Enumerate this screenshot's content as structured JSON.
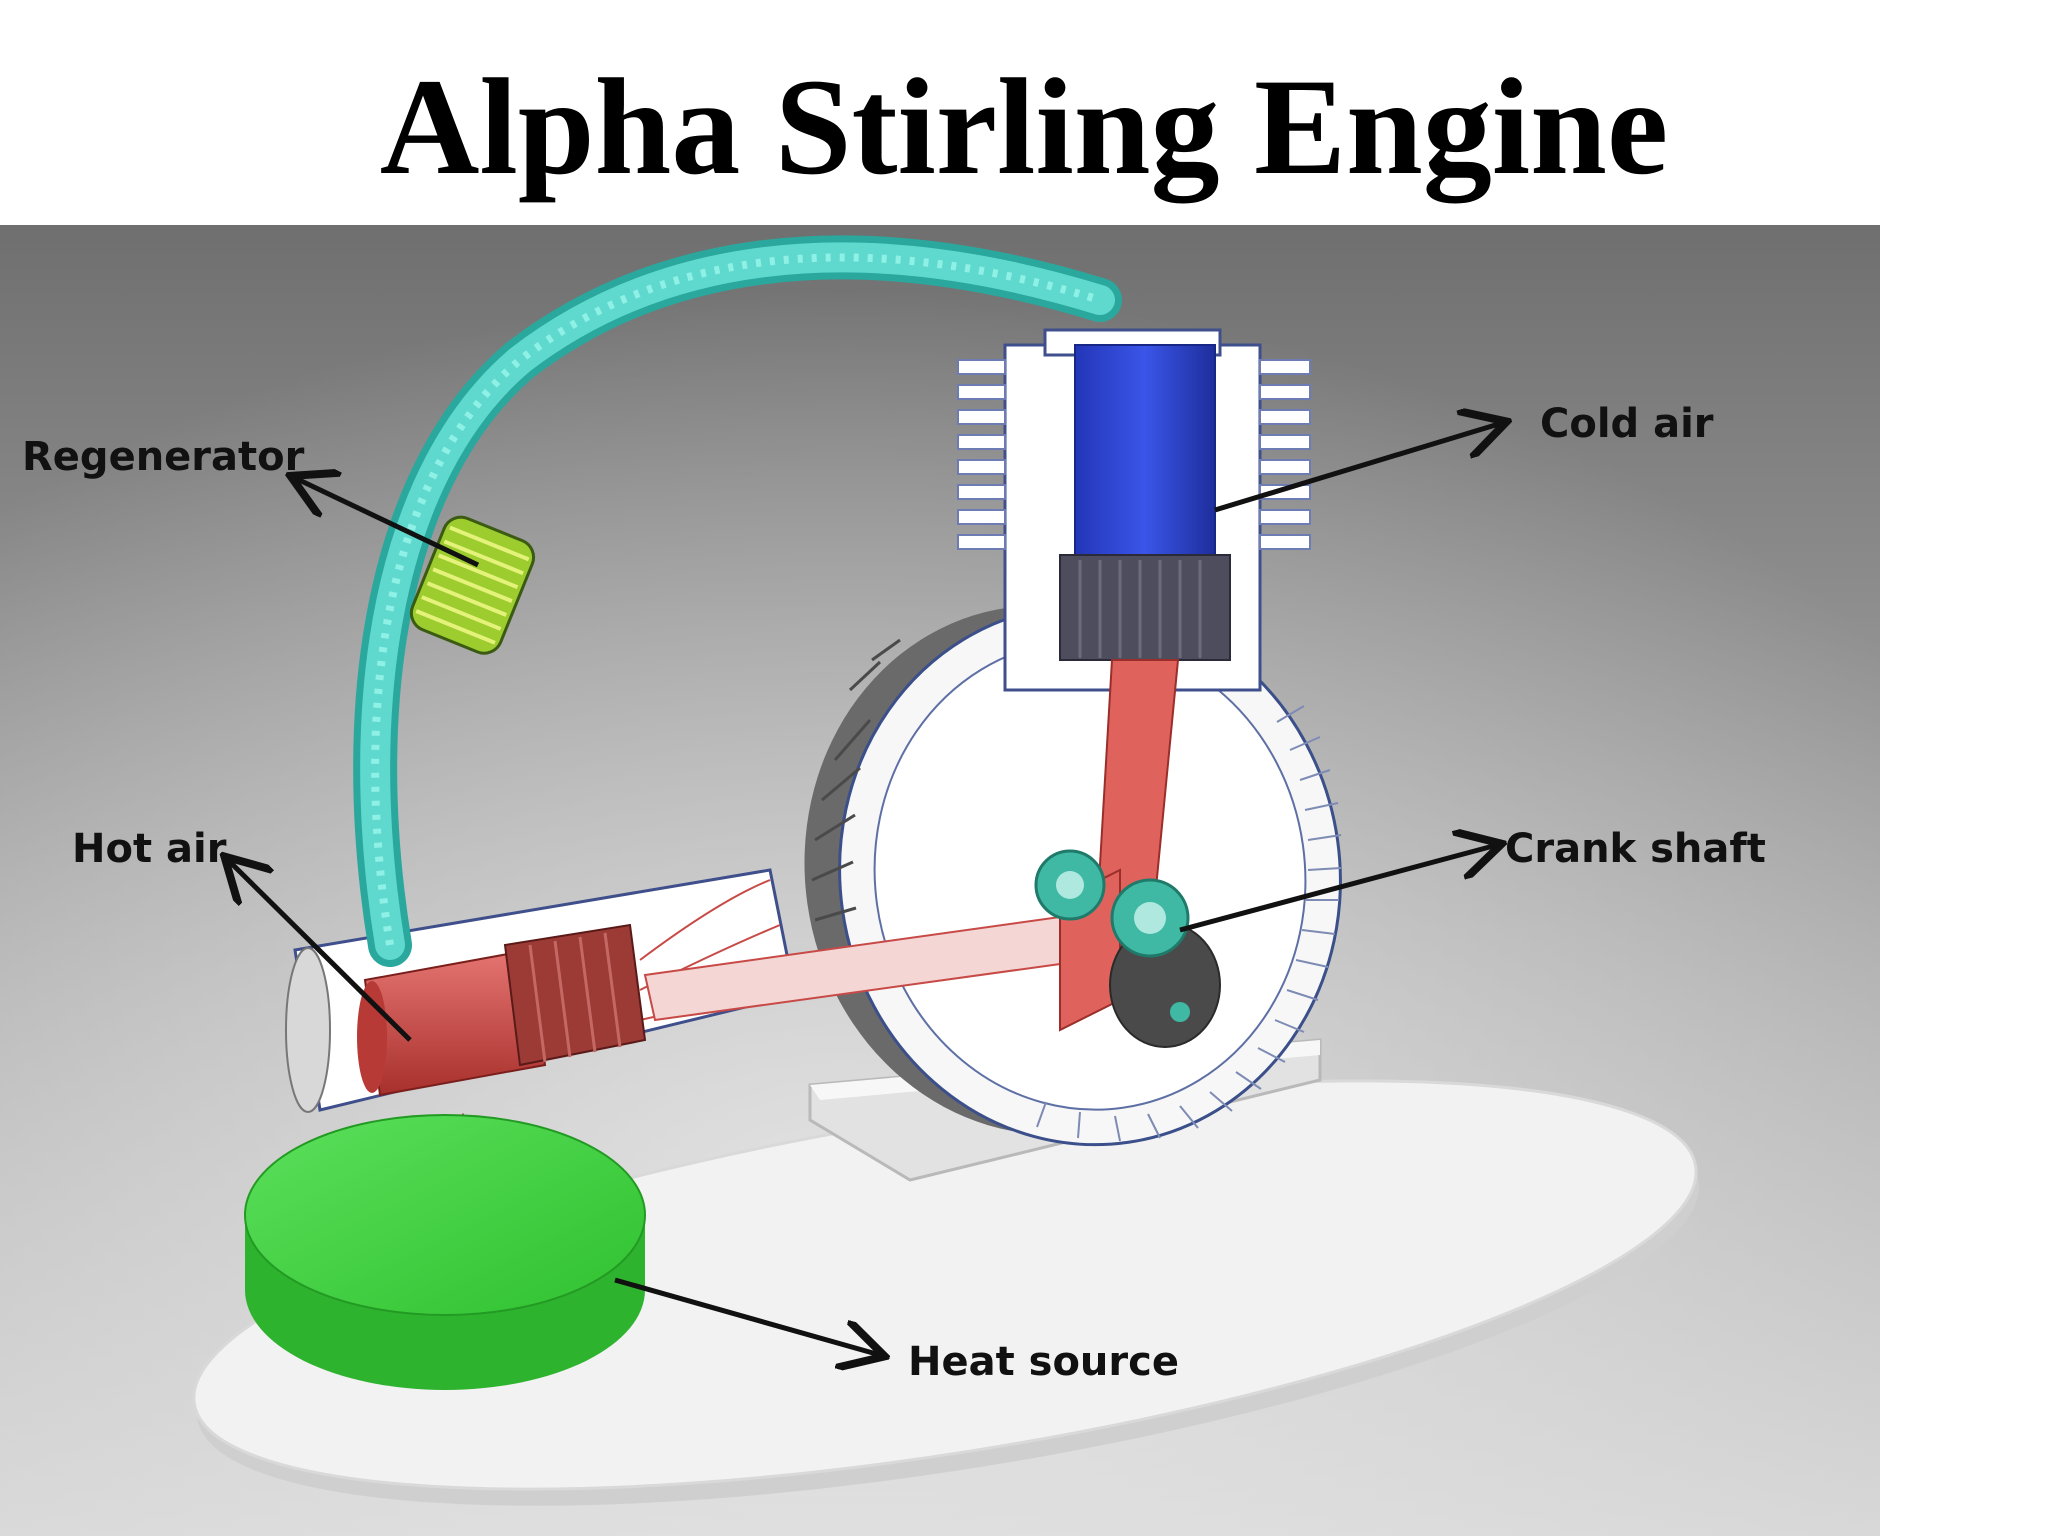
{
  "title": "Alpha Stirling Engine",
  "labels": {
    "regenerator": "Regenerator",
    "cold_air": "Cold air",
    "hot_air": "Hot air",
    "crank_shaft": "Crank shaft",
    "heat_source": "Heat source"
  },
  "colors": {
    "hose": "#4fcfc4",
    "regenerator_coil": "#9ccc2e",
    "cold_piston": "#2f45d6",
    "hot_piston": "#d9504c",
    "crank_arm": "#e0625c",
    "crank_hub": "#3fb8a4",
    "heat_source": "#3fd43f",
    "arrow": "#111111"
  }
}
